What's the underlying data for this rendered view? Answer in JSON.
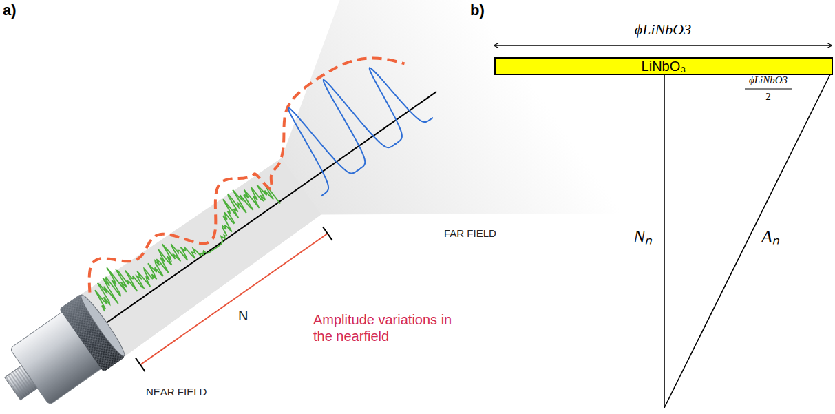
{
  "diagram": {
    "nodes": [
      {
        "text": [
          "LiNbO₃"
        ]
      }
    ],
    "labels": [
      "a)",
      "N",
      "Amplitude variations in the nearfield",
      "NEAR FIELD",
      "FAR FIELD",
      "b)",
      "ϕLiNbO3",
      "ϕLiNbO3",
      "2",
      "Nₙ",
      "Aₙ"
    ]
  }
}
